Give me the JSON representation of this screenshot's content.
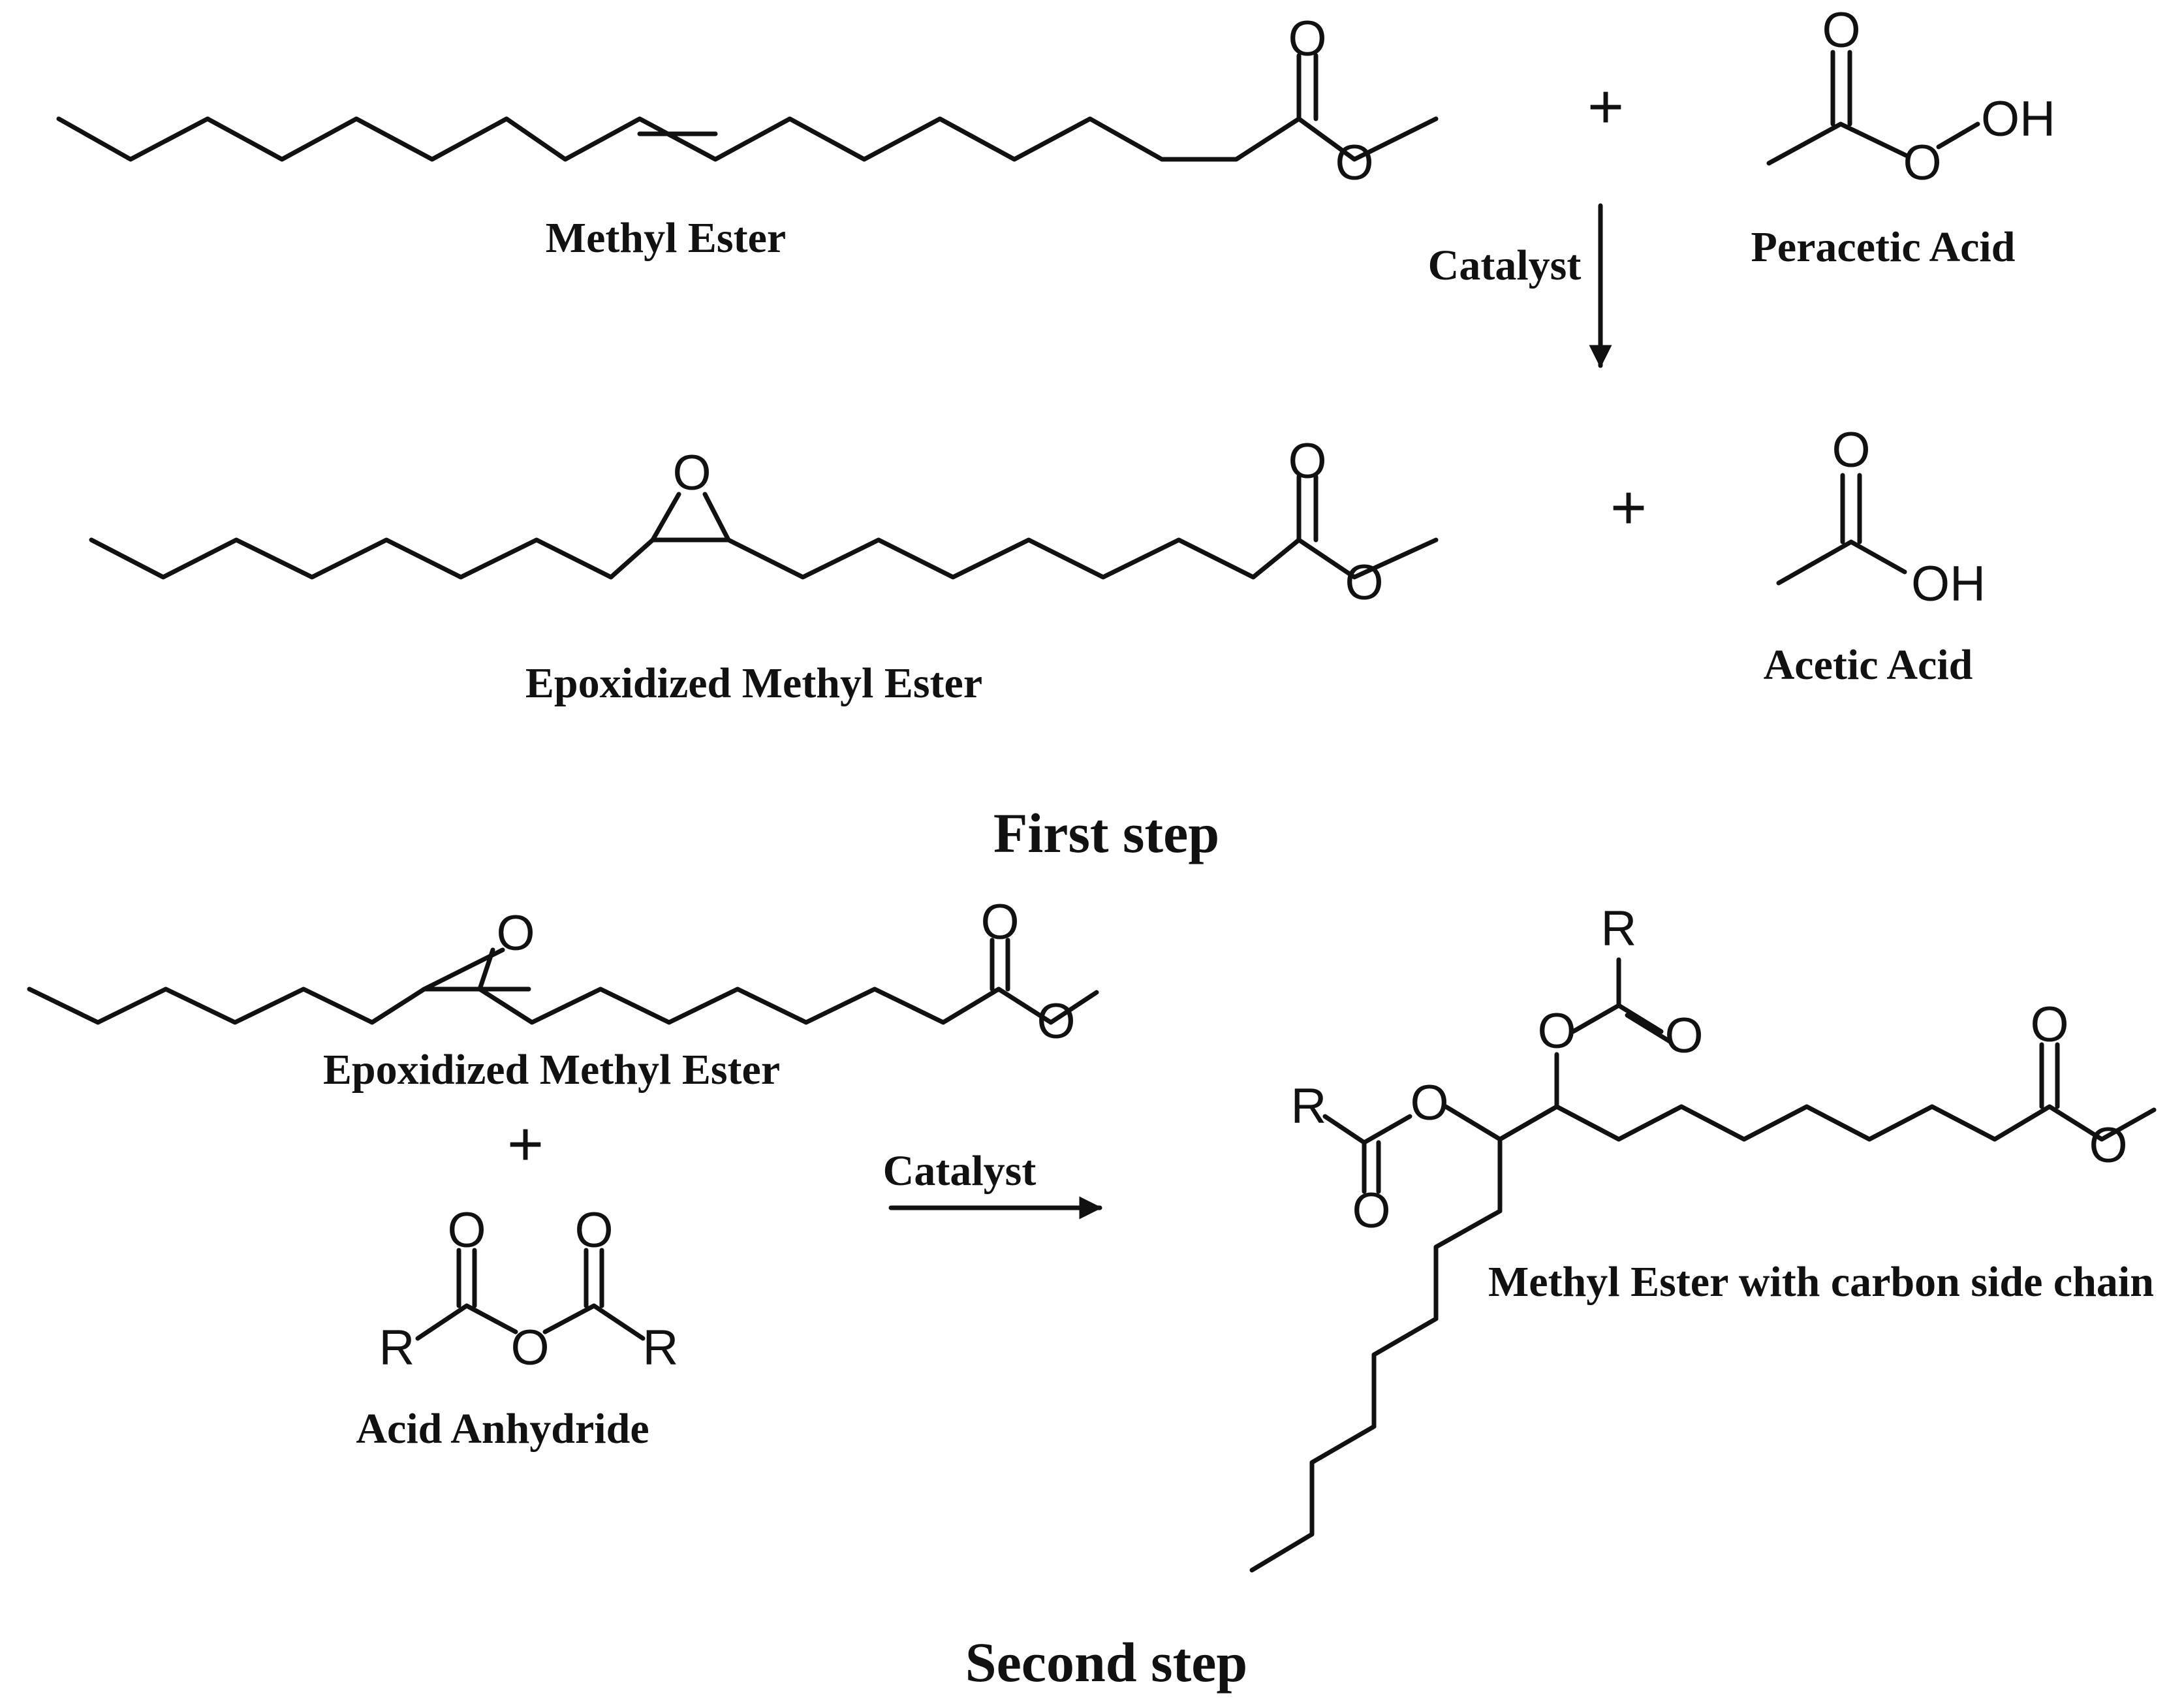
{
  "first_step": {
    "reactant1_label": "Methyl Ester",
    "reactant2_label": "Peracetic Acid",
    "catalyst_label": "Catalyst",
    "product1_label": "Epoxidized Methyl Ester",
    "product2_label": "Acetic Acid",
    "plus": "+",
    "caption": "First step"
  },
  "second_step": {
    "reactant1_label": "Epoxidized Methyl Ester",
    "reactant2_label": "Acid Anhydride",
    "catalyst_label": "Catalyst",
    "product_label": "Methyl Ester with carbon side chain",
    "plus": "+",
    "caption": "Second step"
  },
  "atoms": {
    "oxygen": "O",
    "hydroxyl": "OH",
    "r_group": "R"
  }
}
